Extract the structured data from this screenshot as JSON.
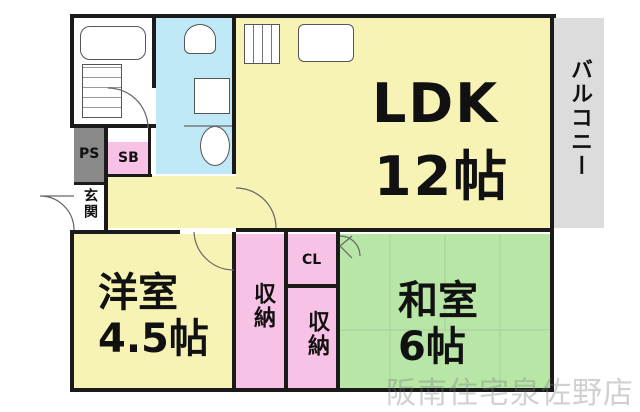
{
  "rooms": {
    "ldk": {
      "line1": "LDK",
      "line2": "12帖"
    },
    "yoshitsu": {
      "line1": "洋室",
      "line2": "4.5帖"
    },
    "washitsu": {
      "line1": "和室",
      "line2": "6帖"
    },
    "balcony": "バルコニー",
    "ps": "PS",
    "sb": "SB",
    "genkan": "玄関",
    "cl": "CL",
    "shuno1": "収納",
    "shuno2": "収納"
  },
  "watermark": "阪南住宅泉佐野店",
  "colors": {
    "ldk": "#f6f3b4",
    "bath": "#bfe9f6",
    "yoshitsu": "#f6f3b4",
    "washitsu": "#b8e6a6",
    "closet": "#f7c2e6",
    "balcony": "#dcdcdc",
    "ps": "#8a8a8a"
  }
}
